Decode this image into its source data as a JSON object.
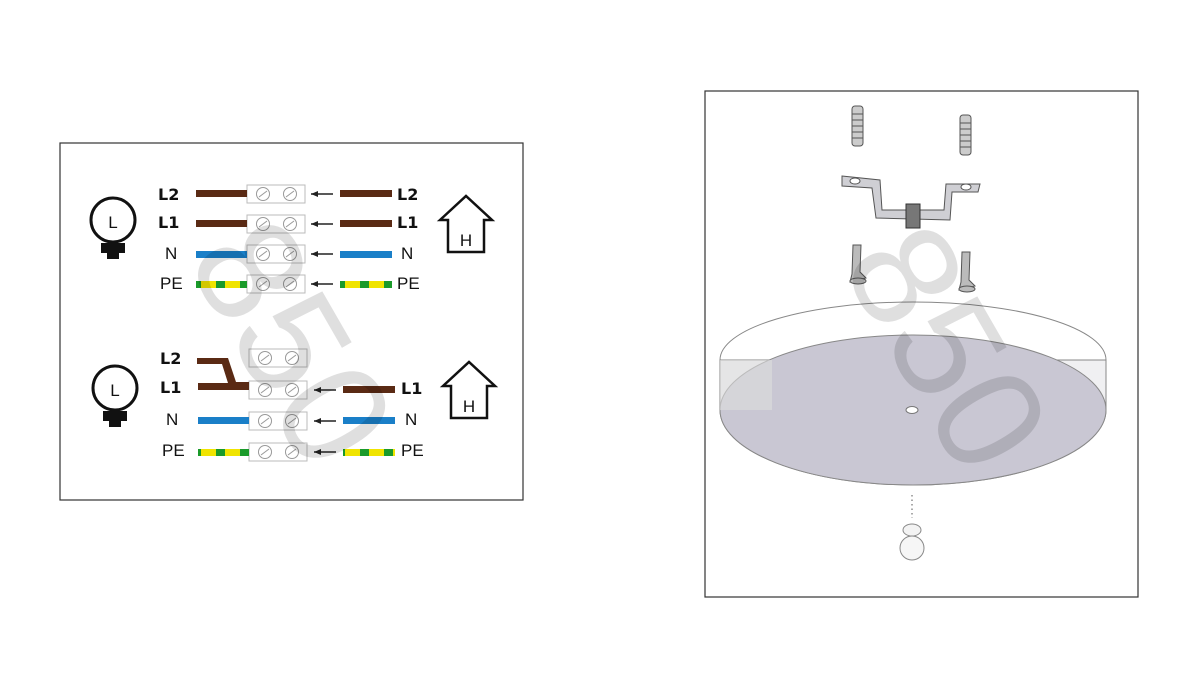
{
  "wiring_diagram": {
    "top": {
      "left_labels": [
        "L2",
        "L1",
        "N",
        "PE"
      ],
      "right_labels": [
        "L2",
        "L1",
        "N",
        "PE"
      ],
      "wire_colors": [
        "#5a2a14",
        "#5a2a14",
        "#1a7fc8",
        "pe"
      ]
    },
    "bottom": {
      "left_labels": [
        "L2",
        "L1",
        "N",
        "PE"
      ],
      "right_labels": [
        "L1",
        "N",
        "PE"
      ]
    },
    "lamp_symbol": "L",
    "house_symbol": "H",
    "colors": {
      "brown": "#5a2a14",
      "blue": "#1a7fc8",
      "yellow": "#f0e400",
      "green": "#1a9a2a"
    }
  },
  "mounting_diagram": {
    "parts": [
      "wall-plug",
      "mounting-bracket",
      "screw",
      "canopy-disc",
      "cap-nut"
    ]
  },
  "watermark": "850"
}
